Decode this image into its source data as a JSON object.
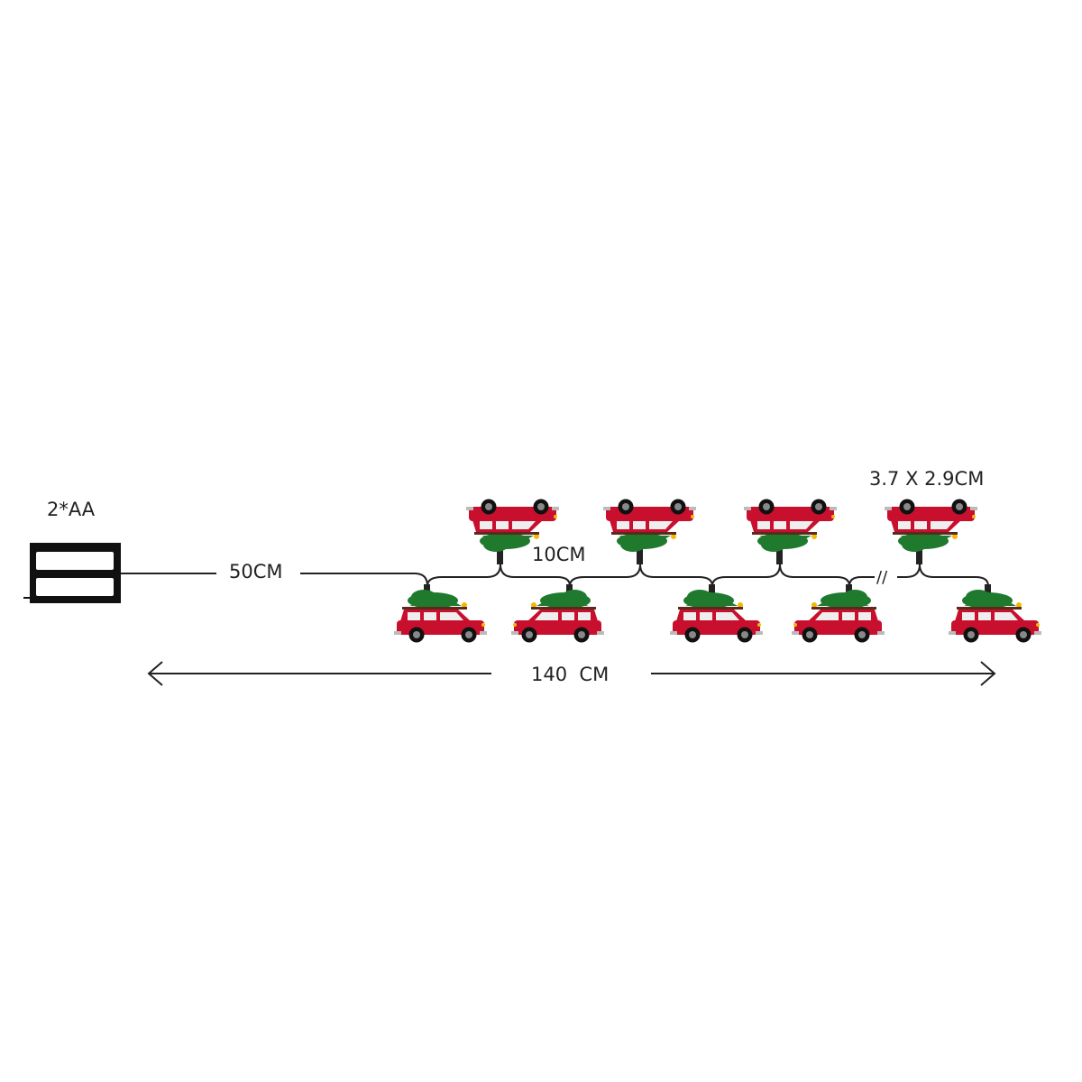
{
  "labels": {
    "battery": "2*AA",
    "lead_length": "50CM",
    "spacing": "10CM",
    "size": "3.7 X 2.9CM",
    "total_length": "140  CM",
    "break_mark": "//"
  },
  "colors": {
    "car_body": "#c8102e",
    "tree": "#1f7a2e",
    "star": "#f5b800",
    "wire": "#222222"
  },
  "icons": [
    "battery-box-icon",
    "car-with-tree-icon",
    "arrow-left-icon",
    "arrow-right-icon"
  ]
}
